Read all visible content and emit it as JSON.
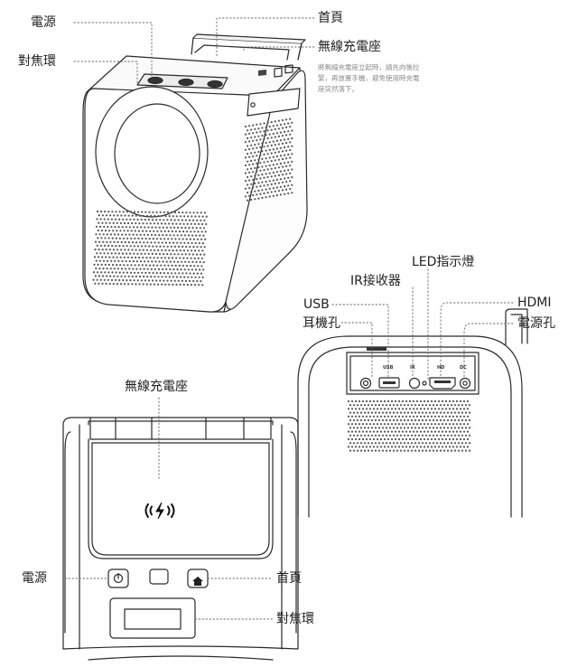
{
  "top_view": {
    "power": "電源",
    "focus_ring": "對焦環",
    "home": "首頁",
    "wireless_charger": "無線充電座",
    "note_lines": [
      "將無線充電座立起時，請先向後拉",
      "緊，再放置手機，避免使用時充電",
      "座突然落下。"
    ]
  },
  "rear_view": {
    "led": "LED指示燈",
    "ir": "IR接收器",
    "usb": "USB",
    "hdmi": "HDMI",
    "headphone": "耳機孔",
    "dc_power": "電源孔",
    "port_marks": [
      "USB",
      "IR",
      "HD",
      "DC"
    ]
  },
  "front_view": {
    "wireless_charger": "無線充電座",
    "power": "電源",
    "home": "首頁",
    "focus_ring": "對焦環"
  },
  "icons": {
    "wireless_charge_icon": "wireless-charging",
    "power_button_icon": "power",
    "home_button_icon": "home"
  }
}
